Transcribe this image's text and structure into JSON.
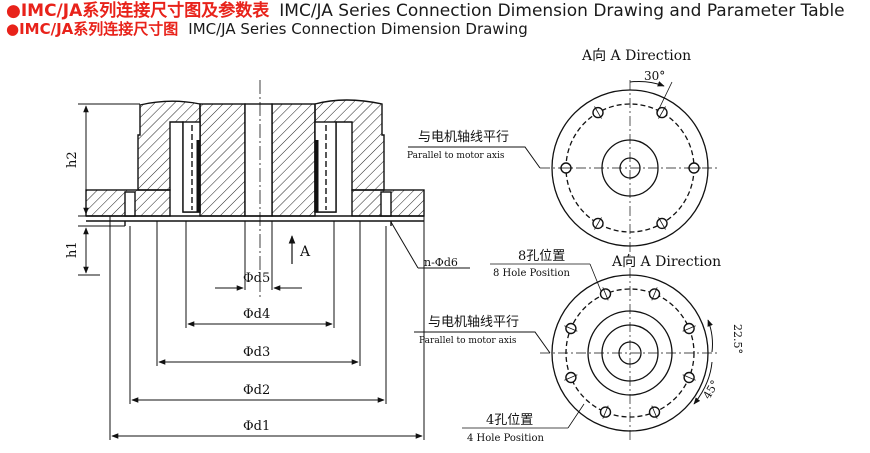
{
  "header": {
    "line1": {
      "bullet": "●",
      "cn": "IMC/JA系列连接尺寸图及参数表",
      "en": "IMC/JA Series Connection  Dimension Drawing and Parameter Table"
    },
    "line2": {
      "bullet": "●",
      "cn": "IMC/JA系列连接尺寸图",
      "en": "IMC/JA Series Connection  Dimension Drawing"
    }
  },
  "section_view": {
    "h2": "h2",
    "h1": "h1",
    "arrow_label": "A",
    "hole_callout": "n-Φd6",
    "dims": [
      "Φd5",
      "Φd4",
      "Φd3",
      "Φd2",
      "Φd1"
    ]
  },
  "view_top": {
    "title": "A向 A Direction",
    "angle": "30°",
    "note_cn": "与电机轴线平行",
    "note_en": "Parallel to motor axis"
  },
  "view_bottom": {
    "label_8_cn": "8孔位置",
    "label_8_en": "8 Hole Position",
    "title": "A向 A Direction",
    "angle_a": "22.5°",
    "angle_b": "45°",
    "note_cn": "与电机轴线平行",
    "note_en": "Parallel to motor axis",
    "label_4_cn": "4孔位置",
    "label_4_en": "4 Hole Position"
  }
}
